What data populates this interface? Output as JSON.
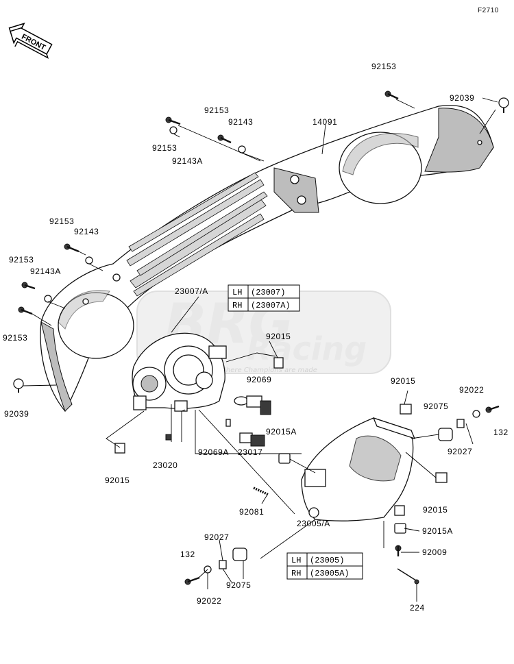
{
  "diagram_code": "F2710",
  "front_arrow": "FRONT",
  "watermark": {
    "logo_text": "BRG",
    "sub_text": "Racing",
    "tagline": "Where Champions are made"
  },
  "tables": {
    "headlight": {
      "rows": [
        {
          "side": "LH",
          "part": "(23007)"
        },
        {
          "side": "RH",
          "part": "(23007A)"
        }
      ]
    },
    "housing": {
      "rows": [
        {
          "side": "LH",
          "part": "(23005)"
        },
        {
          "side": "RH",
          "part": "(23005A)"
        }
      ]
    }
  },
  "callouts": [
    "92153",
    "92039",
    "92153",
    "92143",
    "14091",
    "92153",
    "92143A",
    "92153",
    "92143",
    "92153",
    "92143A",
    "92153",
    "92039",
    "23007/A",
    "92015",
    "92069",
    "92015",
    "92022",
    "92075",
    "132",
    "92027",
    "92069A",
    "92015A",
    "23017",
    "23020",
    "92015",
    "92081",
    "92015",
    "92015A",
    "23005/A",
    "92009",
    "92027",
    "132",
    "92075",
    "92022",
    "224"
  ]
}
